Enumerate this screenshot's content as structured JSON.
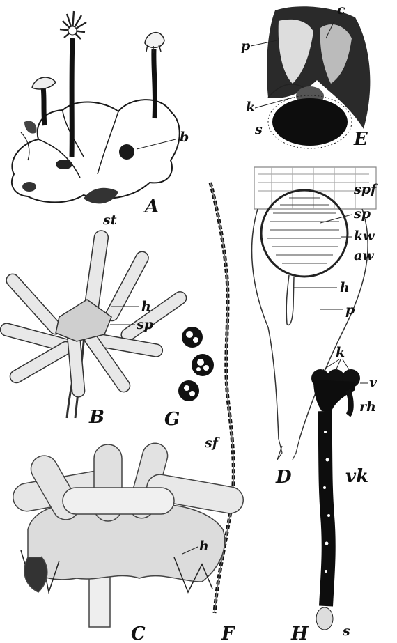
{
  "figure": {
    "panels": {
      "A": {
        "letter": "A",
        "labels": {
          "b": "b"
        }
      },
      "B": {
        "letter": "B",
        "labels": {
          "st": "st",
          "h": "h",
          "sp": "sp"
        }
      },
      "C": {
        "letter": "C",
        "labels": {
          "sf": "sf",
          "h": "h"
        }
      },
      "D": {
        "letter": "D",
        "labels": {
          "spf": "spf",
          "sp": "sp",
          "kw": "kw",
          "aw": "aw",
          "h": "h",
          "p": "p"
        }
      },
      "E": {
        "letter": "E",
        "labels": {
          "c": "c",
          "p": "p",
          "k": "k",
          "s": "s"
        }
      },
      "F": {
        "letter": "F"
      },
      "G": {
        "letter": "G"
      },
      "H": {
        "letter": "H",
        "labels": {
          "k": "k",
          "v": "v",
          "rh": "rh",
          "vk": "vk",
          "s": "s"
        }
      }
    }
  }
}
